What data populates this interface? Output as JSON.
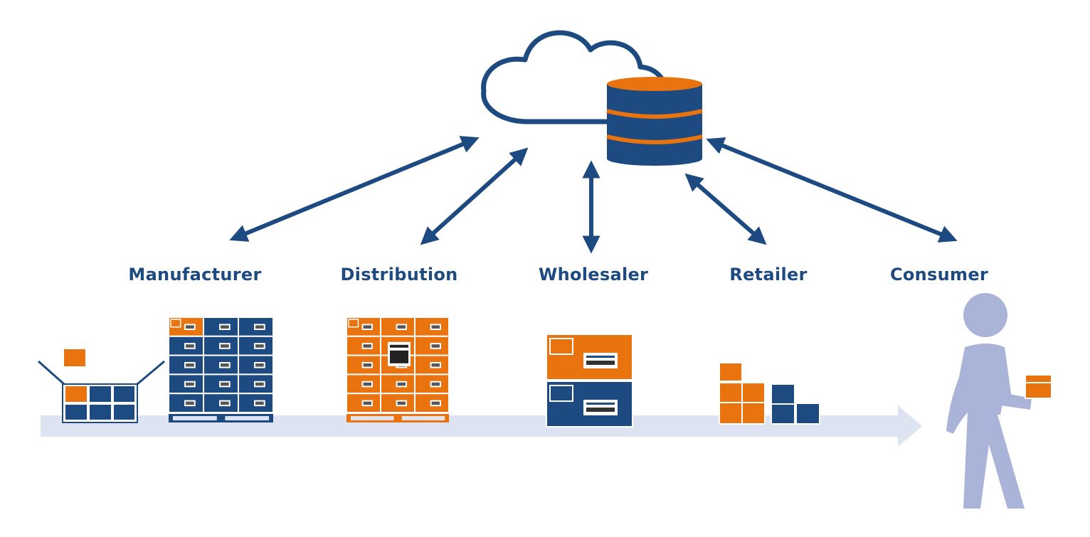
{
  "stages": [
    {
      "key": "manufacturer",
      "label": "Manufacturer"
    },
    {
      "key": "distribution",
      "label": "Distribution"
    },
    {
      "key": "wholesaler",
      "label": "Wholesaler"
    },
    {
      "key": "retailer",
      "label": "Retailer"
    },
    {
      "key": "consumer",
      "label": "Consumer"
    }
  ],
  "colors": {
    "blue": "#1d4a80",
    "orange": "#e8730f",
    "flow": "#dde3f0",
    "person": "#aab3d8"
  },
  "icons": [
    "cloud-icon",
    "database-icon",
    "open-box-icon",
    "blue-pallet-icon",
    "orange-pallet-icon",
    "shipping-boxes-icon",
    "box-stack-icon",
    "person-icon"
  ]
}
